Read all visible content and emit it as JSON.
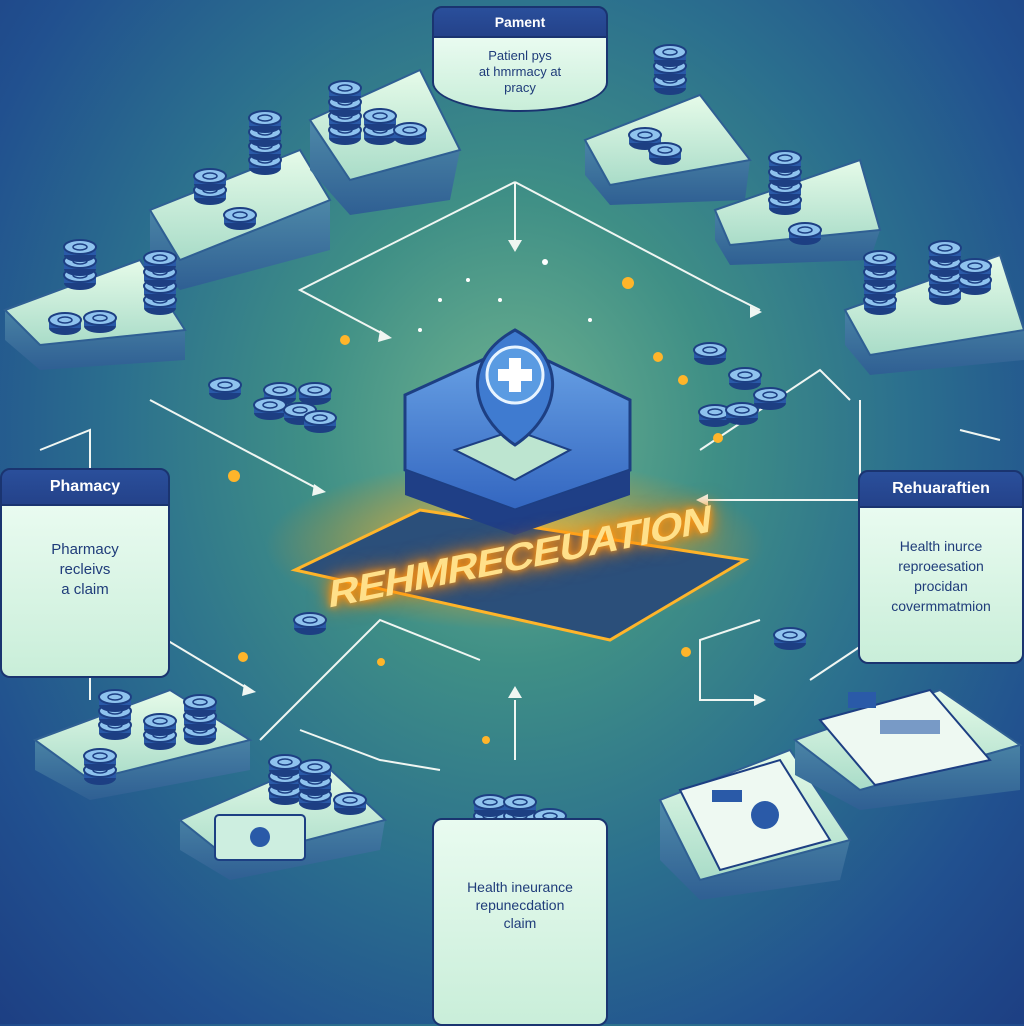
{
  "payment": {
    "title": "Pament",
    "lines": [
      "Patienl pys",
      "at hmrmacy at",
      "pracy"
    ]
  },
  "pharmacy": {
    "title": "Phamacy",
    "lines": [
      "Pharmacy",
      "recleivs",
      "a claim"
    ]
  },
  "reimbursement": {
    "title": "Rehuaraftien",
    "lines": [
      "Health inurce",
      "reproeesation",
      "procidan",
      "covermmatmion"
    ]
  },
  "claim": {
    "lines": [
      "Health ineurance",
      "repunecdation",
      "claim"
    ]
  },
  "center": {
    "label": "REHMRECEUATION",
    "icon": "medical-cross-icon"
  },
  "colors": {
    "background_top": "#21508f",
    "accent_glow": "#ff9a1a",
    "card_header": "#24428a",
    "card_body": "#d8f5e4",
    "platform": "#d6f3df",
    "coin": "#2a5aa8"
  }
}
